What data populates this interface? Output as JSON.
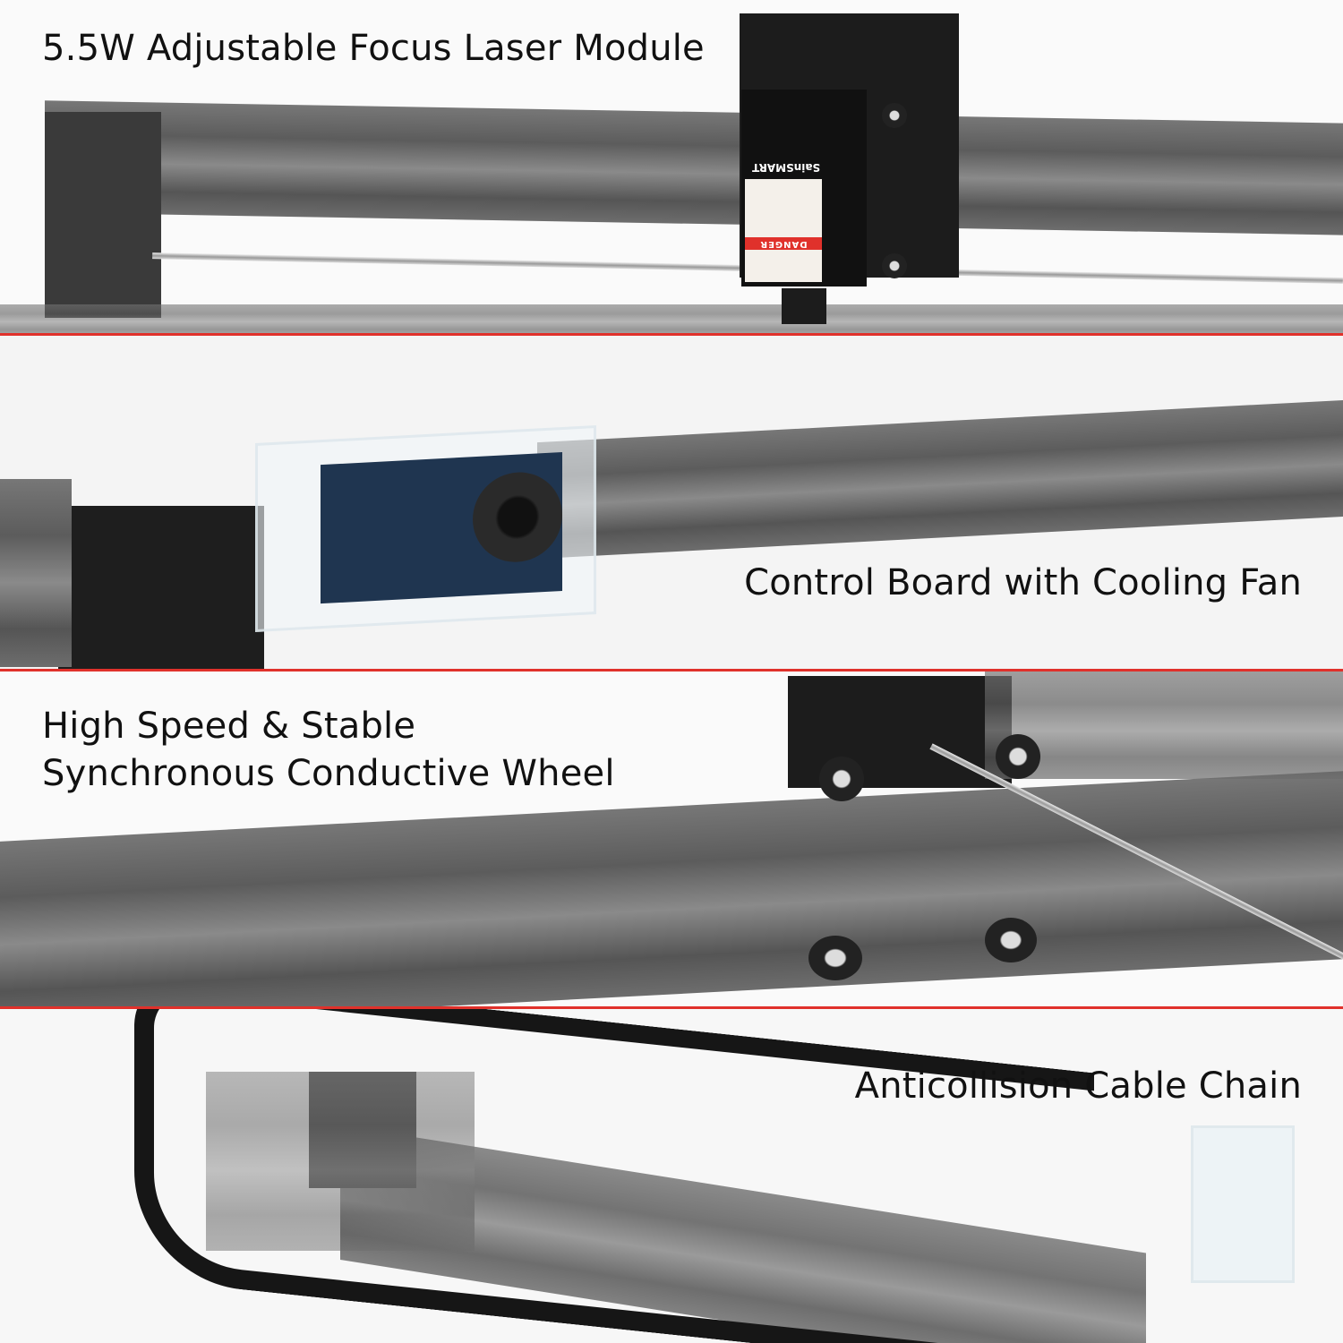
{
  "captions": {
    "laser_module": "5.5W Adjustable Focus Laser Module",
    "control_board": "Control Board with Cooling Fan",
    "wheel_line1": "High Speed & Stable",
    "wheel_line2": "Synchronous Conductive Wheel",
    "cable_chain": "Anticollision Cable Chain"
  },
  "product_label": {
    "brand": "SainSMART",
    "warning": "DANGER"
  },
  "colors": {
    "separator": "#e0312b",
    "rail": "#6b6b6b",
    "text": "#111111"
  }
}
